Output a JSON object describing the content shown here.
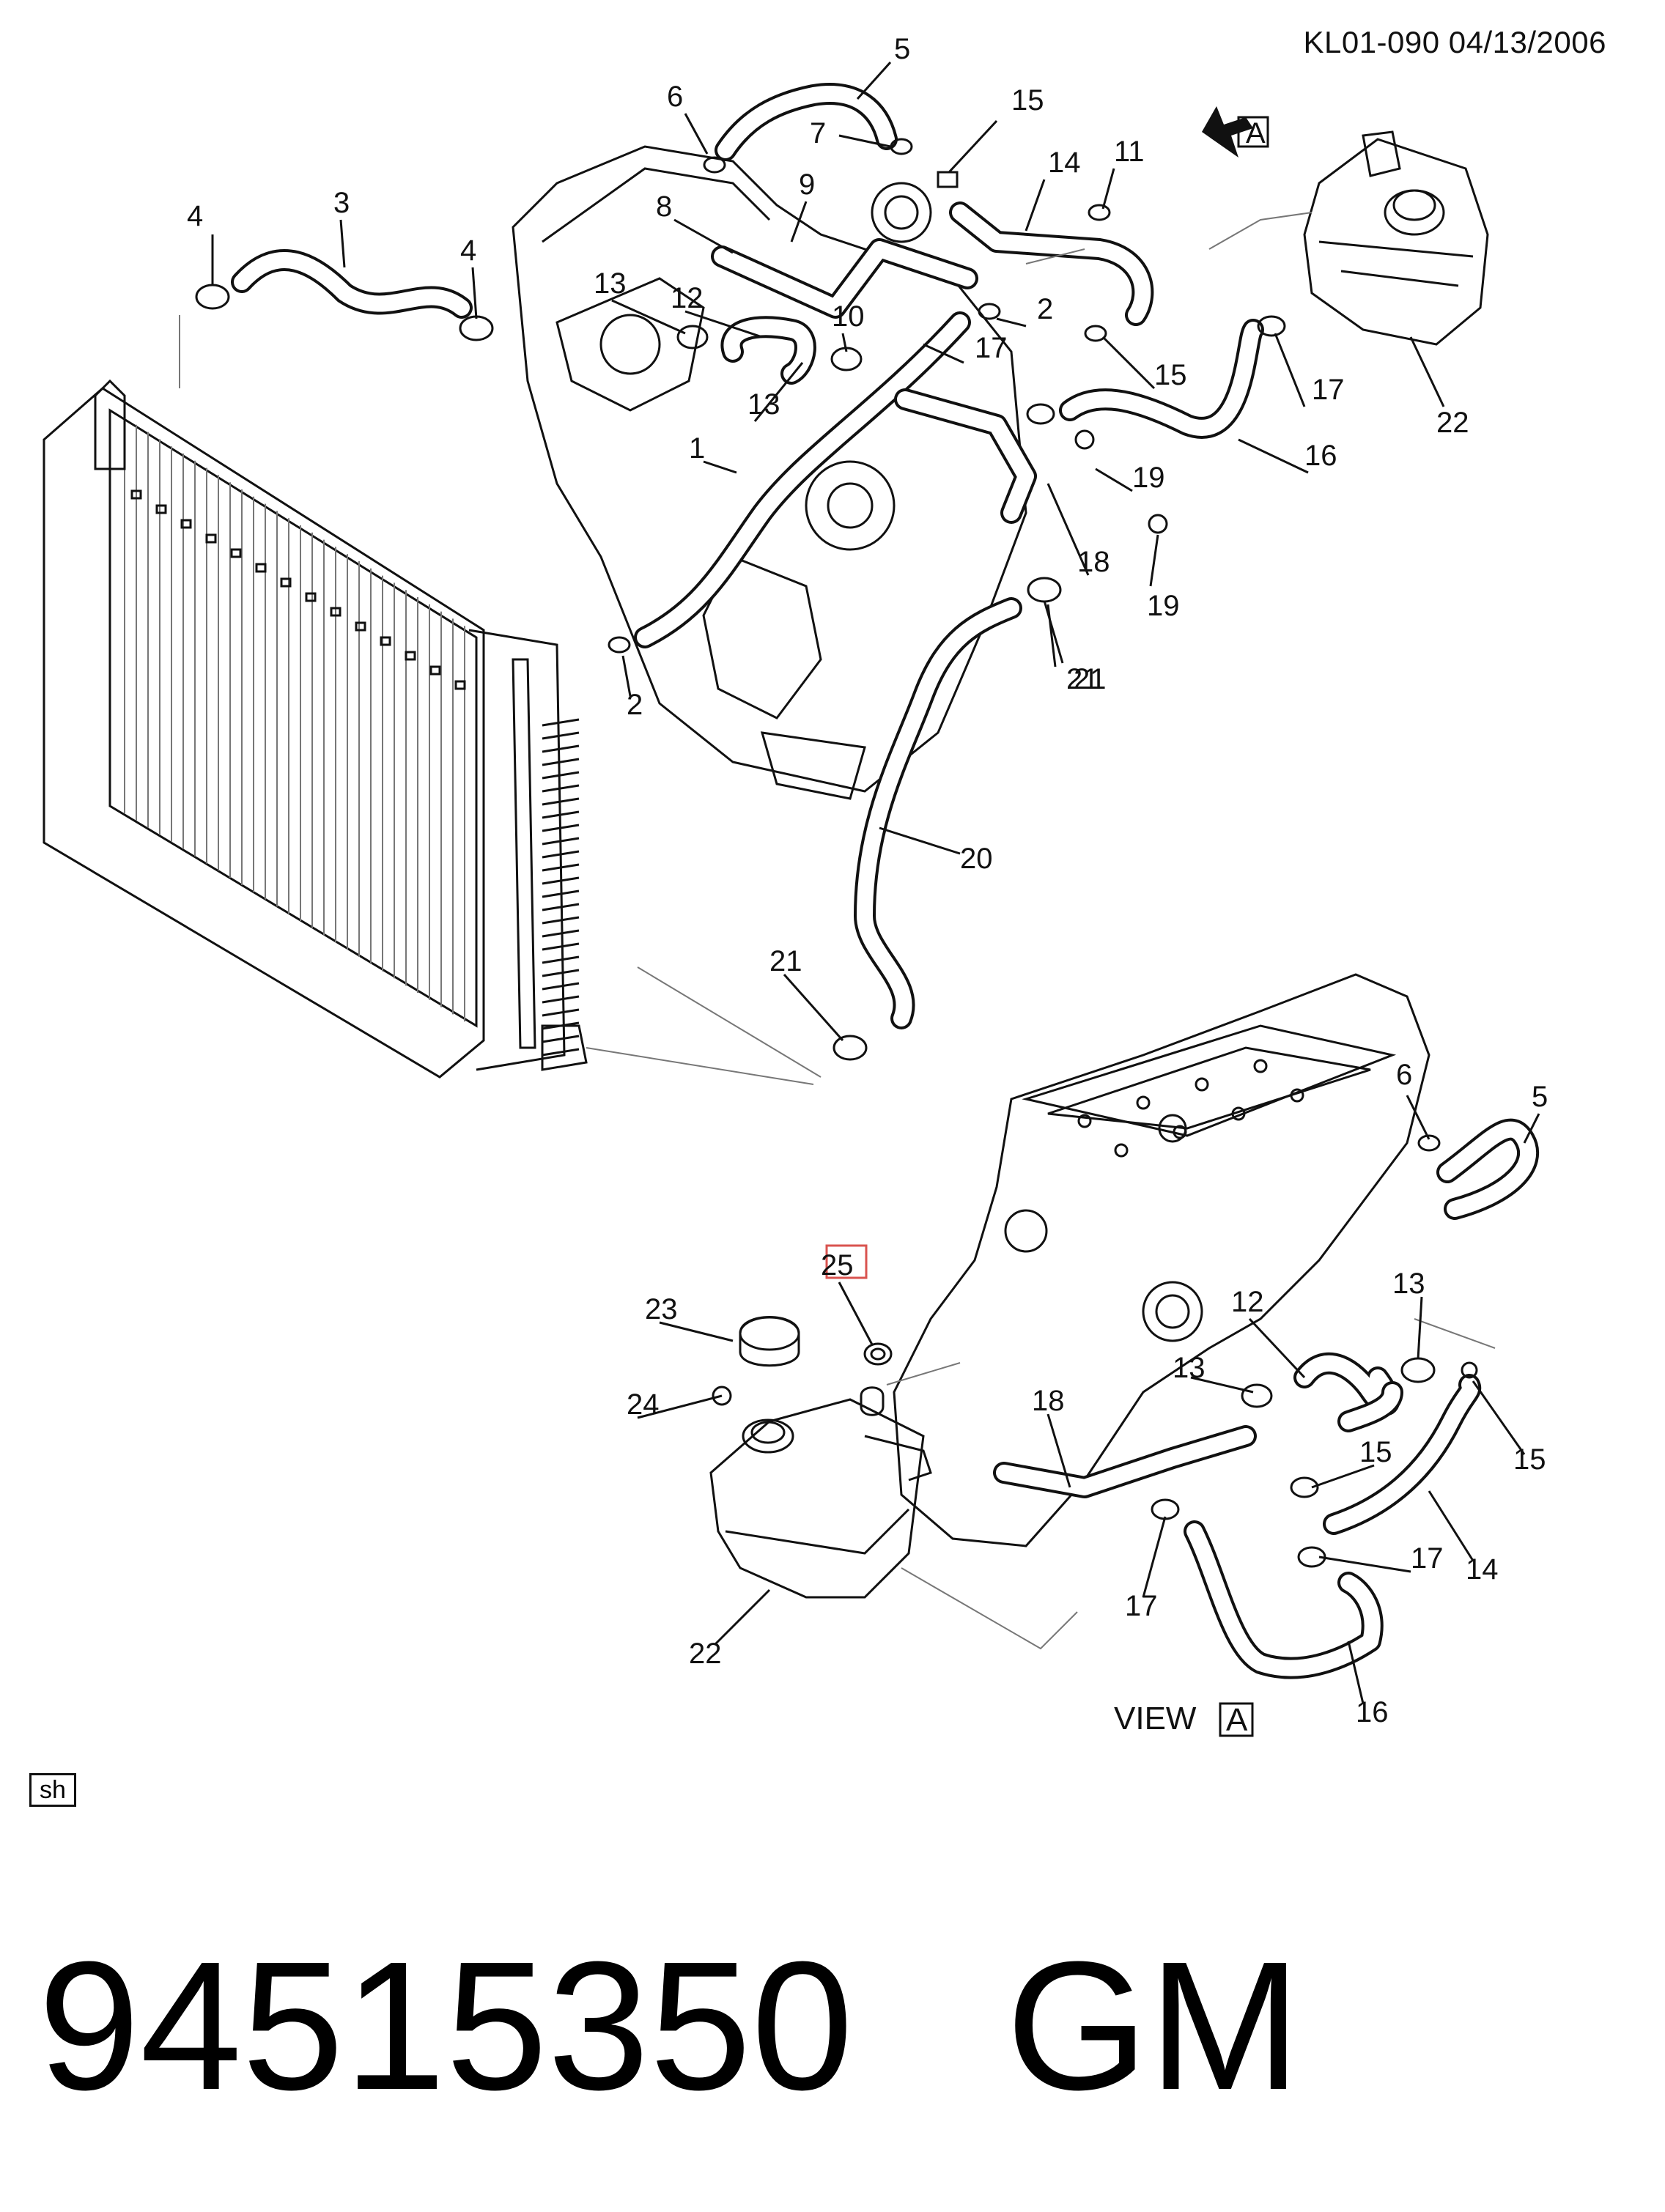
{
  "header": {
    "ref": "KL01-090  04/13/2006"
  },
  "footer": {
    "part_number": "94515350",
    "brand": "GM"
  },
  "badge": {
    "label": "sh"
  },
  "view_marker": {
    "letter": "A"
  },
  "view_label": {
    "text": "VIEW",
    "letter": "A"
  },
  "highlight_color": "#d9534f",
  "callouts_top": [
    "5",
    "6",
    "7",
    "15",
    "14",
    "11",
    "4",
    "3",
    "4",
    "8",
    "9",
    "13",
    "12",
    "10",
    "2",
    "17",
    "15",
    "17",
    "22",
    "13",
    "1",
    "19",
    "16",
    "18",
    "19",
    "21",
    "2",
    "21",
    "20",
    "21"
  ],
  "callouts_bottom": [
    "6",
    "5",
    "25",
    "23",
    "13",
    "12",
    "13",
    "24",
    "18",
    "15",
    "15",
    "14",
    "17",
    "17",
    "22",
    "16"
  ]
}
